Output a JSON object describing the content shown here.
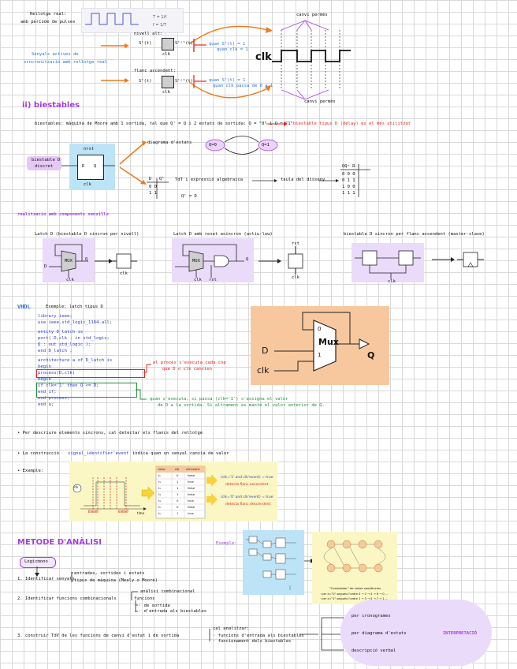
{
  "top": {
    "rellotge_title": "Rellotge real:",
    "rellotge_sub": "amb període de pulses",
    "signal_title": "Senyals actives de",
    "signal_sub": "sincronització amb rellotge real",
    "nivell_alt": "nivell alt:",
    "flanc_ascendent": "flanc ascendent:",
    "sx_in": "Sᵗ(t)",
    "sx_out": "Sᵗ⁺¹(t)",
    "clk_small": "clk",
    "cond1": "quan Sᵗ(t) = 1",
    "cond1b": "quan clk = 1",
    "cond2": "quan Sᵗ(t) = 1",
    "cond2b": "quan clk passa de 0 a 1",
    "canvi_permes_top": "canvi permès",
    "canvi_permes_bot": "canvi permès",
    "clk_big": "clk"
  },
  "biestables": {
    "title": "ii) biestables",
    "def": "biestables: màquina de Moore amb 1 sortida, tal que Q' = Q i 2 estats de sortida: Q = \"0\" i Q = \"1\"",
    "def_red": "biestable tipus D (delay) és el més utilitzat",
    "bd_label1": "biestable D",
    "bd_label2": "discret",
    "nrst": "nrst",
    "d_in": "D",
    "q_out": "Q",
    "clk": "clk",
    "diagrama": "diagrama d'estats",
    "state0": "Q=0",
    "state1": "Q=1",
    "tt_head_d": "D",
    "tt_head_q": "Qᵗ",
    "tt_rows": [
      "0   0",
      "1   1"
    ],
    "expr": "TdT i expressió algebraica",
    "expr_eq": "Qᵗ = D",
    "taula": "taula del disseny",
    "t2_head": "QQ⁺   D",
    "t2_rows": [
      "0 0   0",
      "0 1   1",
      "1 0   0",
      "1 1   1"
    ]
  },
  "realitzacio": {
    "title": "realització amb components senzills",
    "latch_d": "Latch D (biestable D sincron per nivell)",
    "latch_reset": "Latch D amb reset asíncron (actiu-low)",
    "flanc": "biestable D sincron per flanc ascendent (master-slave)",
    "mux": "MUX",
    "d": "D",
    "q": "Q",
    "clk": "clk",
    "rst": "rst"
  },
  "vhdl": {
    "title": "VHDL",
    "example": "Exemple: latch tipus D",
    "code": [
      "library ieee;",
      "use ieee.std_logic_1164.all;",
      "",
      "entity D_latch is",
      "  port( D,clk : in std_logic;",
      "        Q : out std_logic );",
      "end D_latch ;",
      "architecture a of D_latch is",
      "begin",
      "process(D,clk)",
      "  begin",
      "    if clk='1' then Q <= D;",
      "    end if;",
      "  end process;",
      "end a;"
    ],
    "note_red1": "el procés s'executa cada cop",
    "note_red2": "que D o clk canvien",
    "note_green1": "quan s'executa, si passa (clk='1') s'assigna el valor",
    "note_green2": "de D a la sortida. Si altrament es manté el valor anterior de Q.",
    "mux_label": "Mux",
    "mux_0": "0",
    "mux_1": "1",
    "mux_d": "D",
    "mux_clk": "clk",
    "mux_q": "Q"
  },
  "bullets": {
    "b1": "• Per descriure elements síncrons, cal detectar els flancs del rellotge",
    "b2_pre": "• La construcció",
    "b2_code": "signal_identifier'event",
    "b2_post": "indica quan un senyal canvia de valor",
    "b3": "• Exemple:"
  },
  "example_panel": {
    "event1": "EVENT",
    "event2": "EVENT",
    "clk": "clk",
    "time": "time",
    "hdr": [
      "time",
      "clk",
      "clk'event"
    ],
    "rows": [
      [
        "t₀",
        "0",
        "false"
      ],
      [
        "t₁",
        "1",
        "true"
      ],
      [
        "t₂",
        "1",
        "false"
      ],
      [
        "t₃",
        "1",
        "false"
      ],
      [
        "t₄",
        "0",
        "true"
      ],
      [
        "t₅",
        "0",
        "false"
      ],
      [
        "t₆",
        "1",
        "true"
      ]
    ],
    "cond1": "(clk='1' and clk'event) = true",
    "cond1_sub": "detecta flanc ascendent",
    "cond2": "(clk='0' and clk'event) = true",
    "cond2_sub": "detecta flanc descendent"
  },
  "metode": {
    "title": "METODE D'ANÀLISI",
    "exemple": "Exemple:",
    "logic": "Logicmono",
    "step1": "1. Identificar senyals",
    "step1_sub1": "entrades, sortides i estats",
    "step1_sub2": "tipus de màquina (Mealy o Moore)",
    "step2": "2. Identificar funcions combinacionals",
    "step2_sub1": "anàlisi combinacional",
    "step2_sub2": "funcions",
    "step2_sub3": "· de sortida",
    "step2_sub4": "· d'entrada als biestables",
    "step3": "3. construir TdV de les funcions de canvi d'estat i de sortida",
    "step3_sub1": "cal analitzar:",
    "step3_sub2": "· funcions d'entrada als biestables",
    "step3_sub3": "· funcionament dels biestables",
    "comptador1": "\"Comptador\" de sistes seqüències",
    "comptador2": "· per x=\"0\" segueix l'ordre 0 → 2 → 4 → 6 → 0 ...",
    "comptador3": "· per x=\"1\" segueix l'ordre 1 → 3 → 5 → 7 → 1 ...",
    "opt1": "per cronogrames",
    "opt2": "per diagrama d'estats",
    "opt3": "descripció verbal",
    "result": "INTERPRETACIÓ"
  }
}
